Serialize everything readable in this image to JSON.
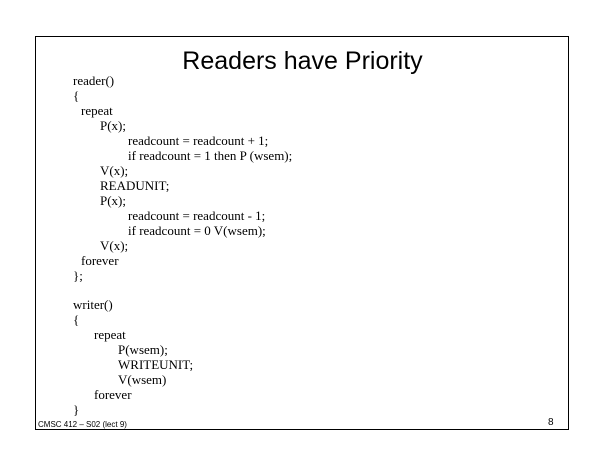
{
  "slide": {
    "title": "Readers have Priority",
    "code": [
      "reader()",
      "{",
      "repeat",
      "P(x);",
      "readcount = readcount + 1;",
      "if readcount = 1 then P (wsem);",
      "V(x);",
      "READUNIT;",
      "P(x);",
      "readcount = readcount - 1;",
      "if readcount = 0 V(wsem);",
      "V(x);",
      "forever",
      "};",
      "writer()",
      "{",
      "repeat",
      "P(wsem);",
      "WRITEUNIT;",
      "V(wsem)",
      "forever",
      "}"
    ],
    "footer": "CMSC 412 – S02 (lect 9)",
    "page_number": "8"
  }
}
